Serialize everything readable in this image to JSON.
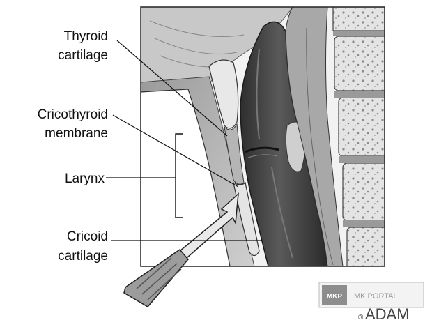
{
  "labels": {
    "thyroid_line1": "Thyroid",
    "thyroid_line2": "cartilage",
    "crico_line1": "Cricothyroid",
    "crico_line2": "membrane",
    "larynx": "Larynx",
    "cricoid_line1": "Cricoid",
    "cricoid_line2": "cartilage"
  },
  "watermark": {
    "badge": "MKP",
    "portal": "MK PORTAL",
    "brand": "ADAM",
    "mark": "®"
  },
  "colors": {
    "panel_bg": "#f4f4f4",
    "tissue_dark": "#3a3a3a",
    "airway": "#555555",
    "vertebra": "#d9d9d9",
    "label_text": "#111111"
  }
}
